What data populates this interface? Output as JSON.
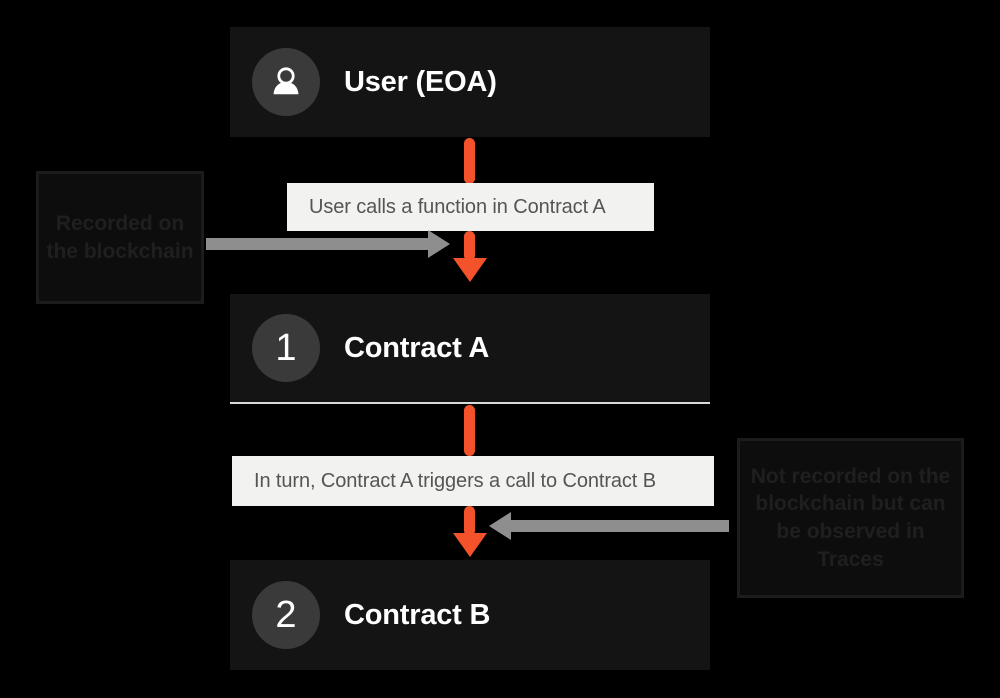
{
  "diagram": {
    "title": "Contract call flow: User (EOA) to Contract A to Contract B",
    "background_color": "#000000",
    "accent_color": "#f4522a",
    "node_color": "#141414",
    "label_color": "#f2f2f0",
    "gray_arrow_color": "#8e8e8e"
  },
  "nodes": [
    {
      "id": "user",
      "badge_icon": "person-icon",
      "badge_text": "",
      "title": "User (EOA)"
    },
    {
      "id": "contract-a",
      "badge_icon": "number-badge",
      "badge_text": "1",
      "title": "Contract A"
    },
    {
      "id": "contract-b",
      "badge_icon": "number-badge",
      "badge_text": "2",
      "title": "Contract B"
    }
  ],
  "edge_labels": [
    {
      "id": "edge-1",
      "text": "User calls a function in Contract A"
    },
    {
      "id": "edge-2",
      "text": "In turn, Contract A triggers a call to Contract B"
    }
  ],
  "annotations": [
    {
      "id": "annotation-left",
      "text": "Recorded on the blockchain",
      "points_to": "edge-1",
      "direction": "right"
    },
    {
      "id": "annotation-right",
      "text": "Not recorded on the blockchain but can be observed in Traces",
      "points_to": "edge-2",
      "direction": "left"
    }
  ]
}
